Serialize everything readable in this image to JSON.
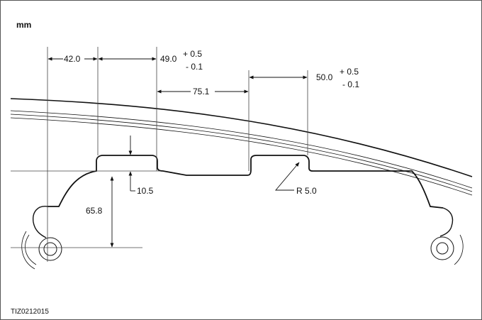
{
  "diagram": {
    "unit_label": "mm",
    "reference_code": "TIZ0212015",
    "dimensions": {
      "d1": "42.0",
      "d2": "49.0",
      "d2_tol_plus": "+ 0.5",
      "d2_tol_minus": "- 0.1",
      "d3": "75.1",
      "d4": "50.0",
      "d4_tol_plus": "+ 0.5",
      "d4_tol_minus": "- 0.1",
      "height": "65.8",
      "depth": "10.5",
      "radius": "R 5.0"
    }
  }
}
